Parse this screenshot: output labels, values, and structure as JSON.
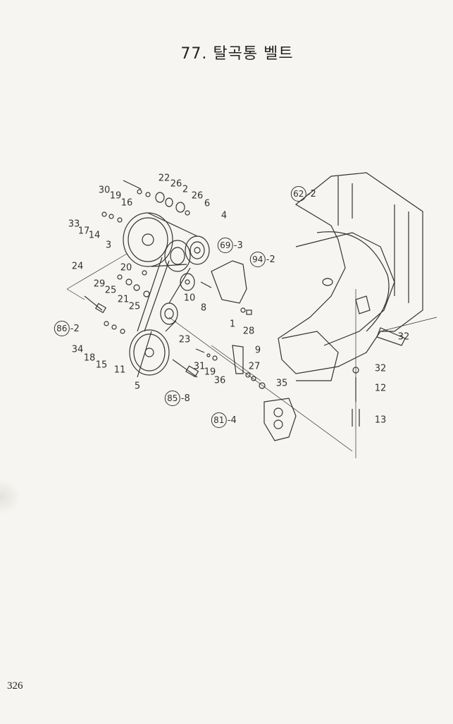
{
  "title": "77. 탈곡통 벨트",
  "page_number": "326",
  "part_labels": [
    "30",
    "19",
    "16",
    "22",
    "26",
    "2",
    "26",
    "6",
    "4",
    "33",
    "17",
    "14",
    "3",
    "24",
    "20",
    "29",
    "25",
    "21",
    "25",
    "10",
    "8",
    "1",
    "28",
    "34",
    "18",
    "15",
    "11",
    "5",
    "23",
    "31",
    "19",
    "36",
    "9",
    "27",
    "35",
    "32",
    "32",
    "12",
    "13"
  ],
  "reference_labels": [
    {
      "num": "69",
      "suffix": "-3"
    },
    {
      "num": "94",
      "suffix": "-2"
    },
    {
      "num": "62",
      "suffix": "-2"
    },
    {
      "num": "86",
      "suffix": "-2"
    },
    {
      "num": "85",
      "suffix": "-8"
    },
    {
      "num": "81",
      "suffix": "-4"
    }
  ]
}
